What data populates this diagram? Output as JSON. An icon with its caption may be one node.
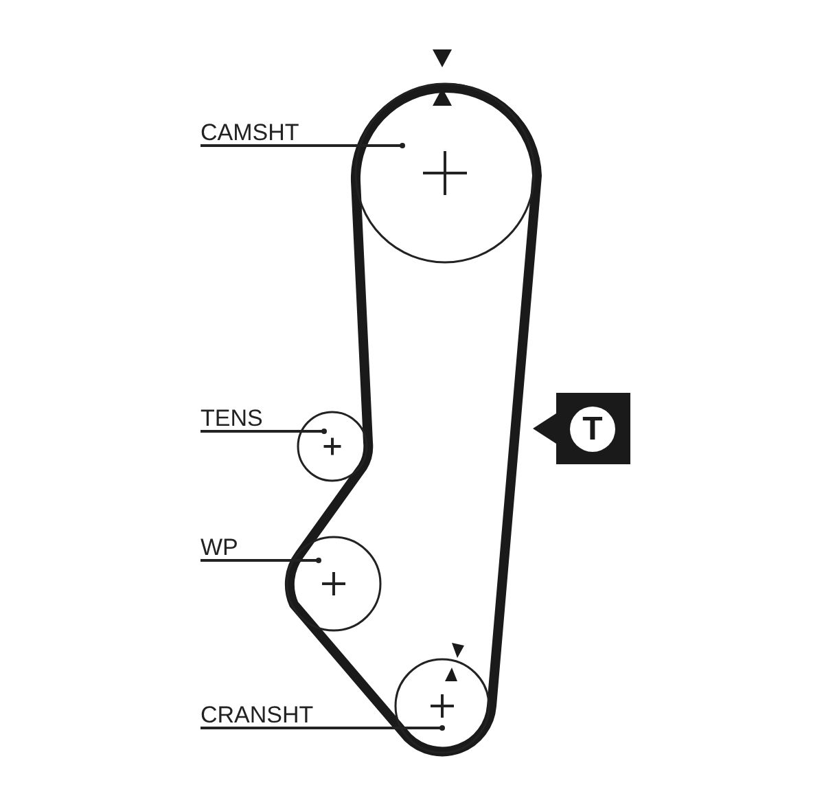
{
  "diagram": {
    "nodes": [
      {
        "text": [
          "CAMSHT"
        ]
      },
      {
        "text": [],
        "shape": "circle"
      },
      {
        "text": [
          "TENS"
        ]
      },
      {
        "text": [],
        "shape": "circle"
      },
      {
        "text": [
          "WP"
        ]
      },
      {
        "text": [],
        "shape": "circle"
      },
      {
        "text": [
          "CRANSHT"
        ]
      },
      {
        "text": [],
        "shape": "circle"
      },
      {
        "text": [
          "T"
        ]
      }
    ],
    "edges": [
      {
        "from": 0,
        "to": 1,
        "arrow": "other"
      },
      {
        "from": 2,
        "to": 3,
        "arrow": "other"
      },
      {
        "from": 4,
        "to": 5,
        "arrow": "other"
      },
      {
        "from": 6,
        "to": 7,
        "arrow": "other"
      }
    ]
  }
}
